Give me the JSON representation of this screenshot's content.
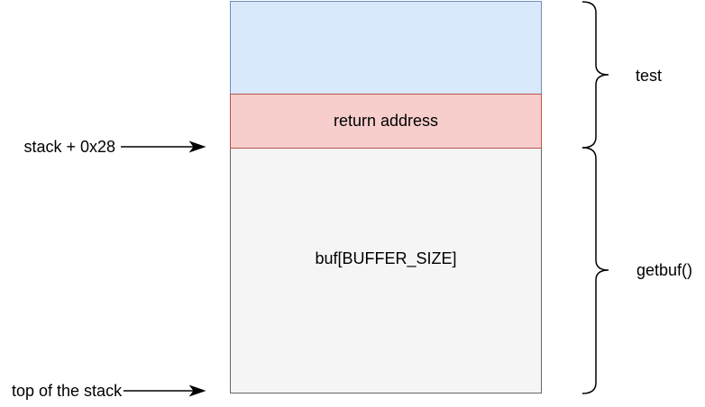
{
  "diagram": {
    "type": "stack-layout",
    "background": "#ffffff",
    "stack_box": {
      "sections": [
        {
          "id": "test-frame",
          "label": "",
          "fill": "#dae8fc",
          "stroke": "#6c8ebf"
        },
        {
          "id": "return-address",
          "label": "return address",
          "fill": "#f8cecc",
          "stroke": "#b85450"
        },
        {
          "id": "buffer",
          "label": "buf[BUFFER_SIZE]",
          "fill": "#f5f5f5",
          "stroke": "#666666"
        }
      ]
    },
    "pointer_labels": [
      {
        "id": "stack-offset",
        "text": "stack + 0x28",
        "points_to": "boundary of return address and buffer"
      },
      {
        "id": "stack-top",
        "text": "top of the stack",
        "points_to": "bottom of buffer"
      }
    ],
    "frame_braces": [
      {
        "id": "test",
        "text": "test",
        "spans": "test-frame + return-address"
      },
      {
        "id": "getbuf",
        "text": "getbuf()",
        "spans": "buffer"
      }
    ],
    "line_color": "#000000",
    "text_color": "#000000"
  }
}
